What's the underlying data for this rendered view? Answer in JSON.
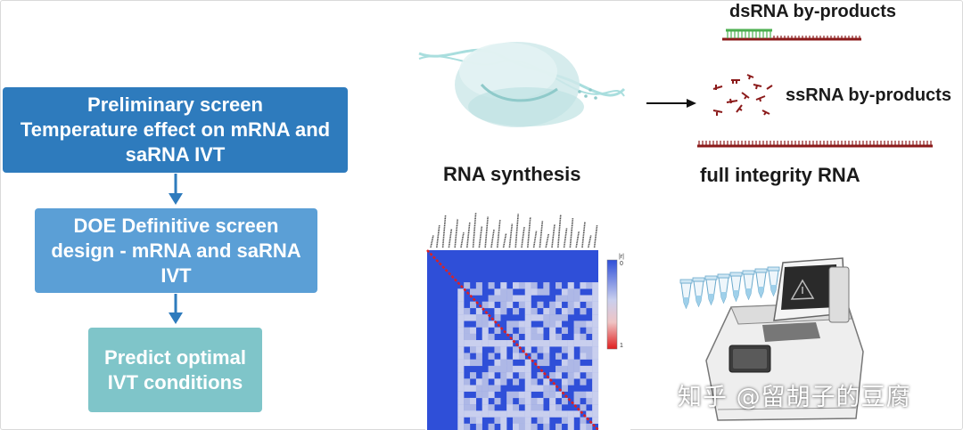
{
  "flow": {
    "step1": "Preliminary screen\nTemperature effect on mRNA and\nsaRNA IVT",
    "step2": "DOE Definitive screen\ndesign - mRNA and saRNA\nIVT",
    "step3": "Predict optimal\nIVT conditions"
  },
  "labels": {
    "rna_synthesis": "RNA synthesis",
    "dsrna": "dsRNA by-products",
    "ssrna": "ssRNA by-products",
    "full_integrity": "full integrity RNA"
  },
  "heatmap": {
    "colorbar_top": "0",
    "colorbar_bottom": "1",
    "colorbar_title": "|r|"
  },
  "watermark": "知乎 @留胡子的豆腐",
  "colors": {
    "step1": "#2e7bbd",
    "step2": "#5b9fd6",
    "step3": "#7fc5c9",
    "arrow": "#2e7bbd",
    "heat_blue": "#2f4fd8",
    "heat_light": "#aeb8e6",
    "diagonal": "#e02020",
    "rna_strand": "#8b1a1a",
    "ds_strand": "#4caf50"
  }
}
